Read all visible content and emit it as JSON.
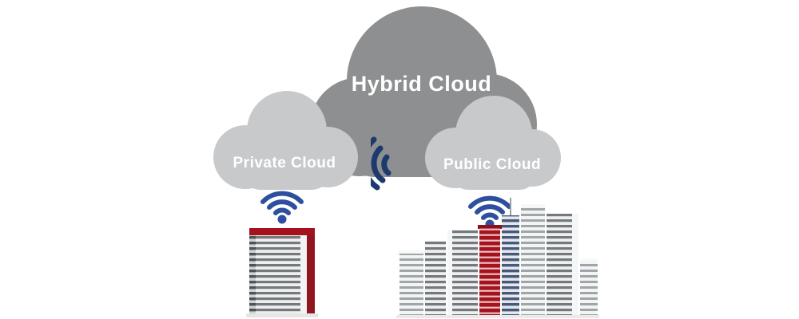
{
  "clouds": {
    "hybrid": {
      "label": "Hybrid Cloud"
    },
    "private": {
      "label": "Private Cloud"
    },
    "public": {
      "label": "Public Cloud"
    }
  },
  "icons": {
    "link": "signal-link-icon",
    "broadcast": "wifi-broadcast-icon"
  },
  "colors": {
    "background": "#ffffff",
    "hybrid_cloud": "#8e8f90",
    "secondary_cloud": "#c8c9ca",
    "label_text": "#ffffff",
    "link_signal": "#1d3a6d",
    "broadcast_signal": "#2d4f9e",
    "building_red": "#a5121e"
  }
}
